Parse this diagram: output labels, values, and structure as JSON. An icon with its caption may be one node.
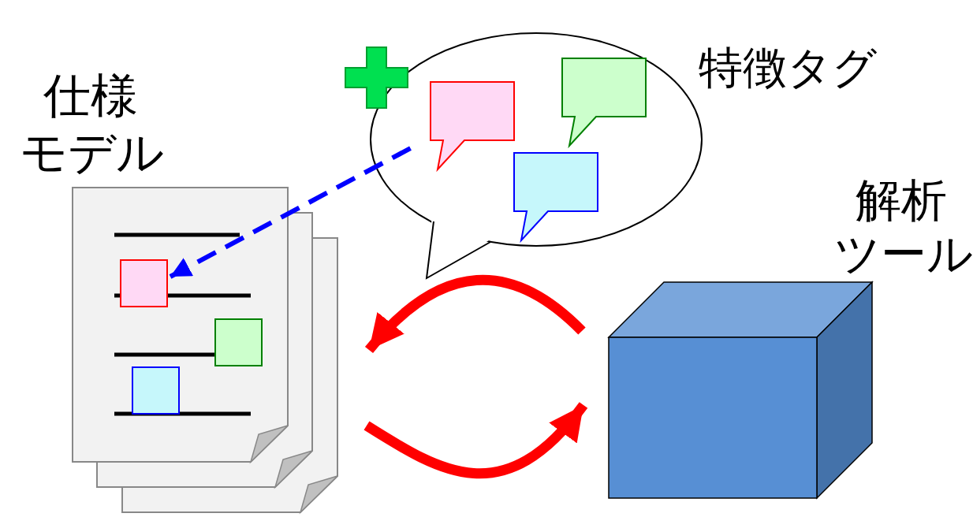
{
  "diagram": {
    "nodes": [
      {
        "text": [
          "仕様モデル"
        ]
      },
      {
        "text": [
          "特徴タグ"
        ]
      },
      {
        "text": [
          "解析ツール"
        ]
      },
      {
        "text": [],
        "shape": "callout",
        "in": 1
      },
      {
        "text": [],
        "shape": "callout",
        "in": 1
      },
      {
        "text": [],
        "shape": "callout",
        "in": 1
      },
      {
        "text": [],
        "shape": "box",
        "in": 0
      },
      {
        "text": [],
        "shape": "box",
        "in": 0
      },
      {
        "text": [],
        "shape": "box",
        "in": 0
      }
    ],
    "edges": [
      {
        "from": 3,
        "to": 6,
        "arrow": "to",
        "style": "dashed",
        "color": "#0000ff"
      },
      {
        "from": 2,
        "to": 0,
        "arrow": "to"
      },
      {
        "from": 0,
        "to": 2,
        "arrow": "to"
      }
    ]
  }
}
